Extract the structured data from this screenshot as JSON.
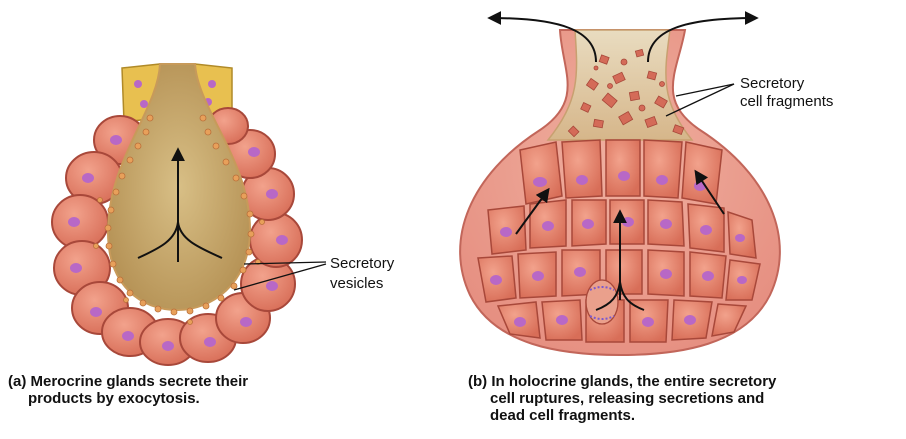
{
  "merocrine": {
    "label": [
      "Secretory",
      "vesicles"
    ],
    "caption": [
      "(a) Merocrine glands secrete their",
      "products by exocytosis."
    ]
  },
  "holocrine": {
    "label": [
      "Secretory",
      "cell fragments"
    ],
    "caption": [
      "(b) In holocrine glands, the entire secretory",
      "cell ruptures, releasing secretions and",
      "dead cell fragments."
    ]
  },
  "colors": {
    "cell": "#e0806a",
    "cell_edge": "#a8483a",
    "nucleus": "#b868c6",
    "lumen": "#c8ab72",
    "duct_cells": "#e8c050",
    "vesicle": "#e8a05a",
    "arrow": "#111111"
  }
}
